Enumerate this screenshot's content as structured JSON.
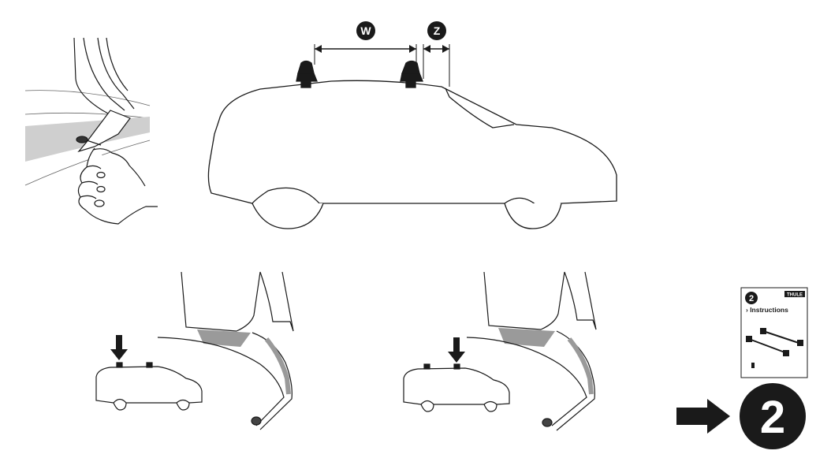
{
  "dimension_markers": {
    "w_label": "W",
    "z_label": "Z"
  },
  "booklet": {
    "step_number": "2",
    "brand": "THULE",
    "heading": "› Instructions"
  },
  "next_step": {
    "number": "2"
  },
  "colors": {
    "ink": "#1a1a1a",
    "shade": "#cfcfcf",
    "dark_shade": "#9a9a9a",
    "paper": "#ffffff"
  },
  "icons": {
    "next_arrow": "arrow-right-icon",
    "press_arrow": "arrow-down-icon"
  }
}
